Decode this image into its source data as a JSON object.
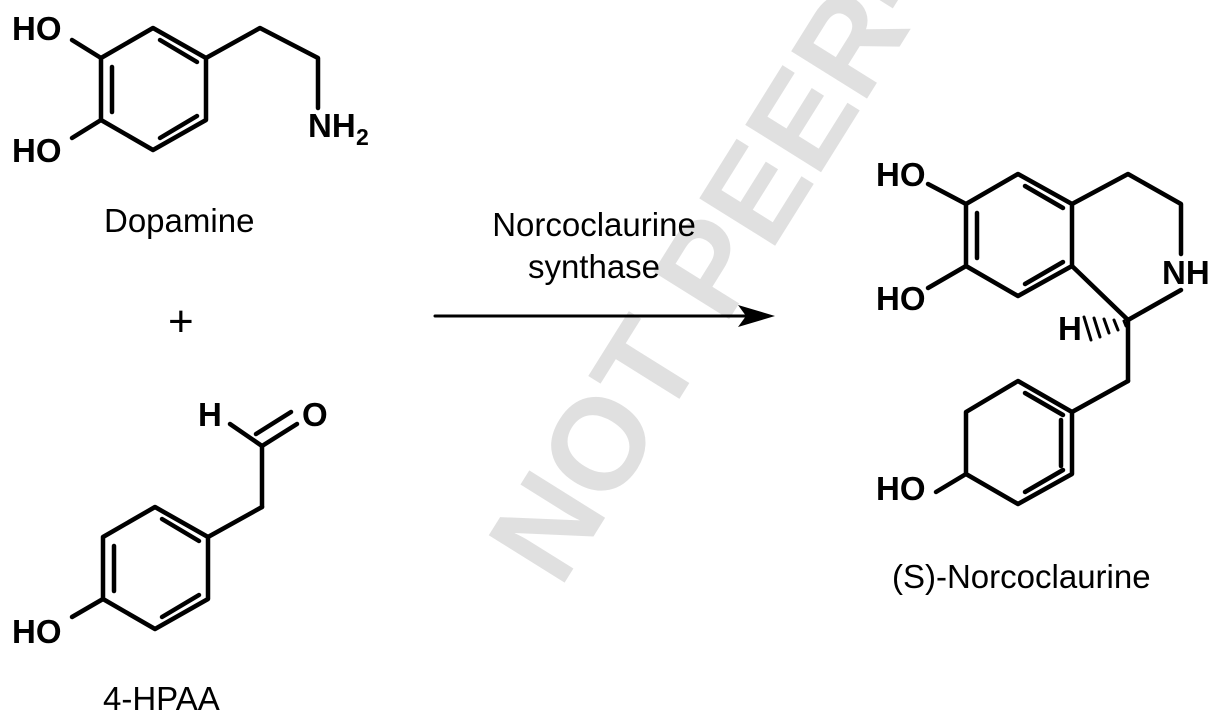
{
  "watermark": "NOT PEER-REVIEWED PREPRINT",
  "reaction": {
    "enzyme_line1": "Norcoclaurine",
    "enzyme_line2": "synthase",
    "plus": "+"
  },
  "molecules": {
    "dopamine": {
      "name": "Dopamine",
      "ho_top": "HO",
      "ho_bottom": "HO",
      "nh2": "NH",
      "nh2_sub": "2"
    },
    "hpaa": {
      "name": "4-HPAA",
      "h": "H",
      "o": "O",
      "ho": "HO"
    },
    "norcoclaurine": {
      "name": "(S)-Norcoclaurine",
      "ho_top": "HO",
      "ho_middle": "HO",
      "ho_bottom": "HO",
      "nh": "NH",
      "h": "H"
    }
  },
  "colors": {
    "ink": "#000000",
    "watermark": "#c8c8c8"
  }
}
